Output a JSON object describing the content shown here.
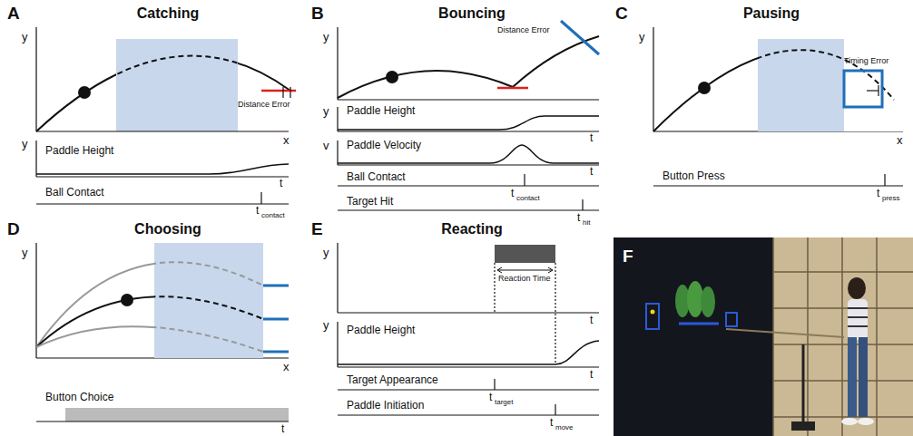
{
  "diagram": {
    "labels": [
      "A",
      "Catching",
      "y",
      "x",
      "Distance Error",
      "y",
      "Paddle Height",
      "t",
      "Ball Contact",
      "t",
      "contact",
      "B",
      "Bouncing",
      "y",
      "Distance Error",
      "y",
      "Paddle Height",
      "t",
      "v",
      "Paddle Velocity",
      "t",
      "Ball Contact",
      "Target Hit",
      "t",
      "contact",
      "t",
      "hit",
      "C",
      "Pausing",
      "y",
      "x",
      "Timing Error",
      "Button Press",
      "t",
      "press",
      "D",
      "Choosing",
      "y",
      "x",
      "Button Choice",
      "t",
      "E",
      "Reacting",
      "y",
      "Reaction Time",
      "t",
      "y",
      "Paddle Height",
      "t",
      "Target Appearance",
      "Paddle Initiation",
      "t",
      "target",
      "t",
      "move",
      "F"
    ]
  }
}
